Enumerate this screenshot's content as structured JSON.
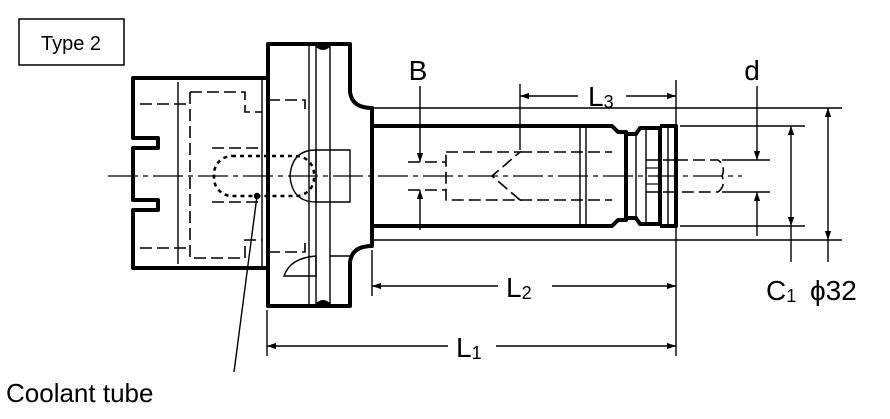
{
  "type_label": "Type 2",
  "dimensions": {
    "B": "B",
    "d": "d",
    "L1": "L",
    "L1_sub": "1",
    "L2": "L",
    "L2_sub": "2",
    "L3": "L",
    "L3_sub": "3",
    "C1": "C",
    "C1_sub": "1",
    "diameter": "ϕ32"
  },
  "callout": "Coolant tube"
}
